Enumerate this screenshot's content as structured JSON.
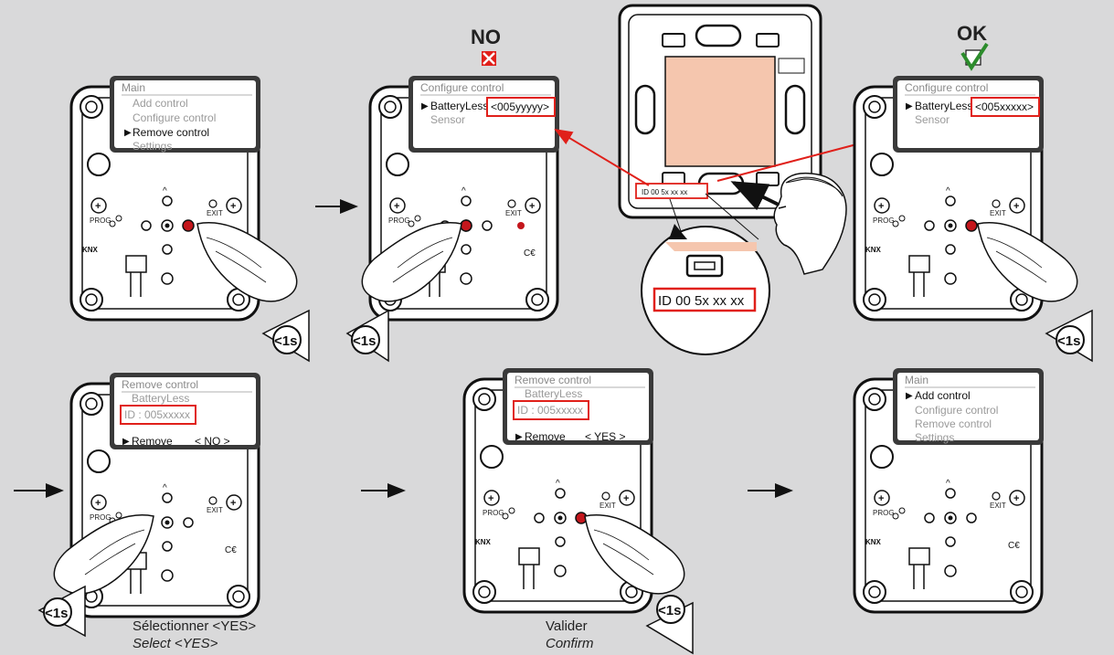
{
  "panels": [
    {
      "title": "Main",
      "items": [
        "Add control",
        "Configure control",
        "Remove control",
        "Settings"
      ]
    },
    {
      "title": "Configure control",
      "items": [
        "BatteryLess",
        "Sensor"
      ],
      "value": "<005yyyyy>"
    },
    {
      "title": "Configure control",
      "items": [
        "BatteryLess",
        "Sensor"
      ],
      "value": "<005xxxxx>"
    },
    {
      "title": "Remove control",
      "items": [
        "BatteryLess",
        "ID : 005xxxxx"
      ],
      "action": "Remove",
      "choice": "< NO >"
    },
    {
      "title": "Remove control",
      "items": [
        "BatteryLess",
        "ID : 005xxxxx"
      ],
      "action": "Remove",
      "choice": "< YES >"
    },
    {
      "title": "Main",
      "items": [
        "Add control",
        "Configure control",
        "Remove control",
        "Settings"
      ]
    }
  ],
  "button_labels": {
    "prog": "PROG",
    "exit": "EXIT",
    "knx": "KNX",
    "ce": "C€"
  },
  "press_time": "<1s",
  "result_no": "NO",
  "result_ok": "OK",
  "sensor_id_small": "ID 00 5x xx xx",
  "sensor_id_zoom": "ID 00 5x xx xx",
  "captions": {
    "select_fr": "Sélectionner <YES>",
    "select_en": "Select <YES>",
    "confirm_fr": "Valider",
    "confirm_en": "Confirm"
  },
  "colors": {
    "background": "#d9d9da",
    "highlight": "#e0201a",
    "check": "#2c8c2c",
    "skin": "#f5c6ae"
  }
}
